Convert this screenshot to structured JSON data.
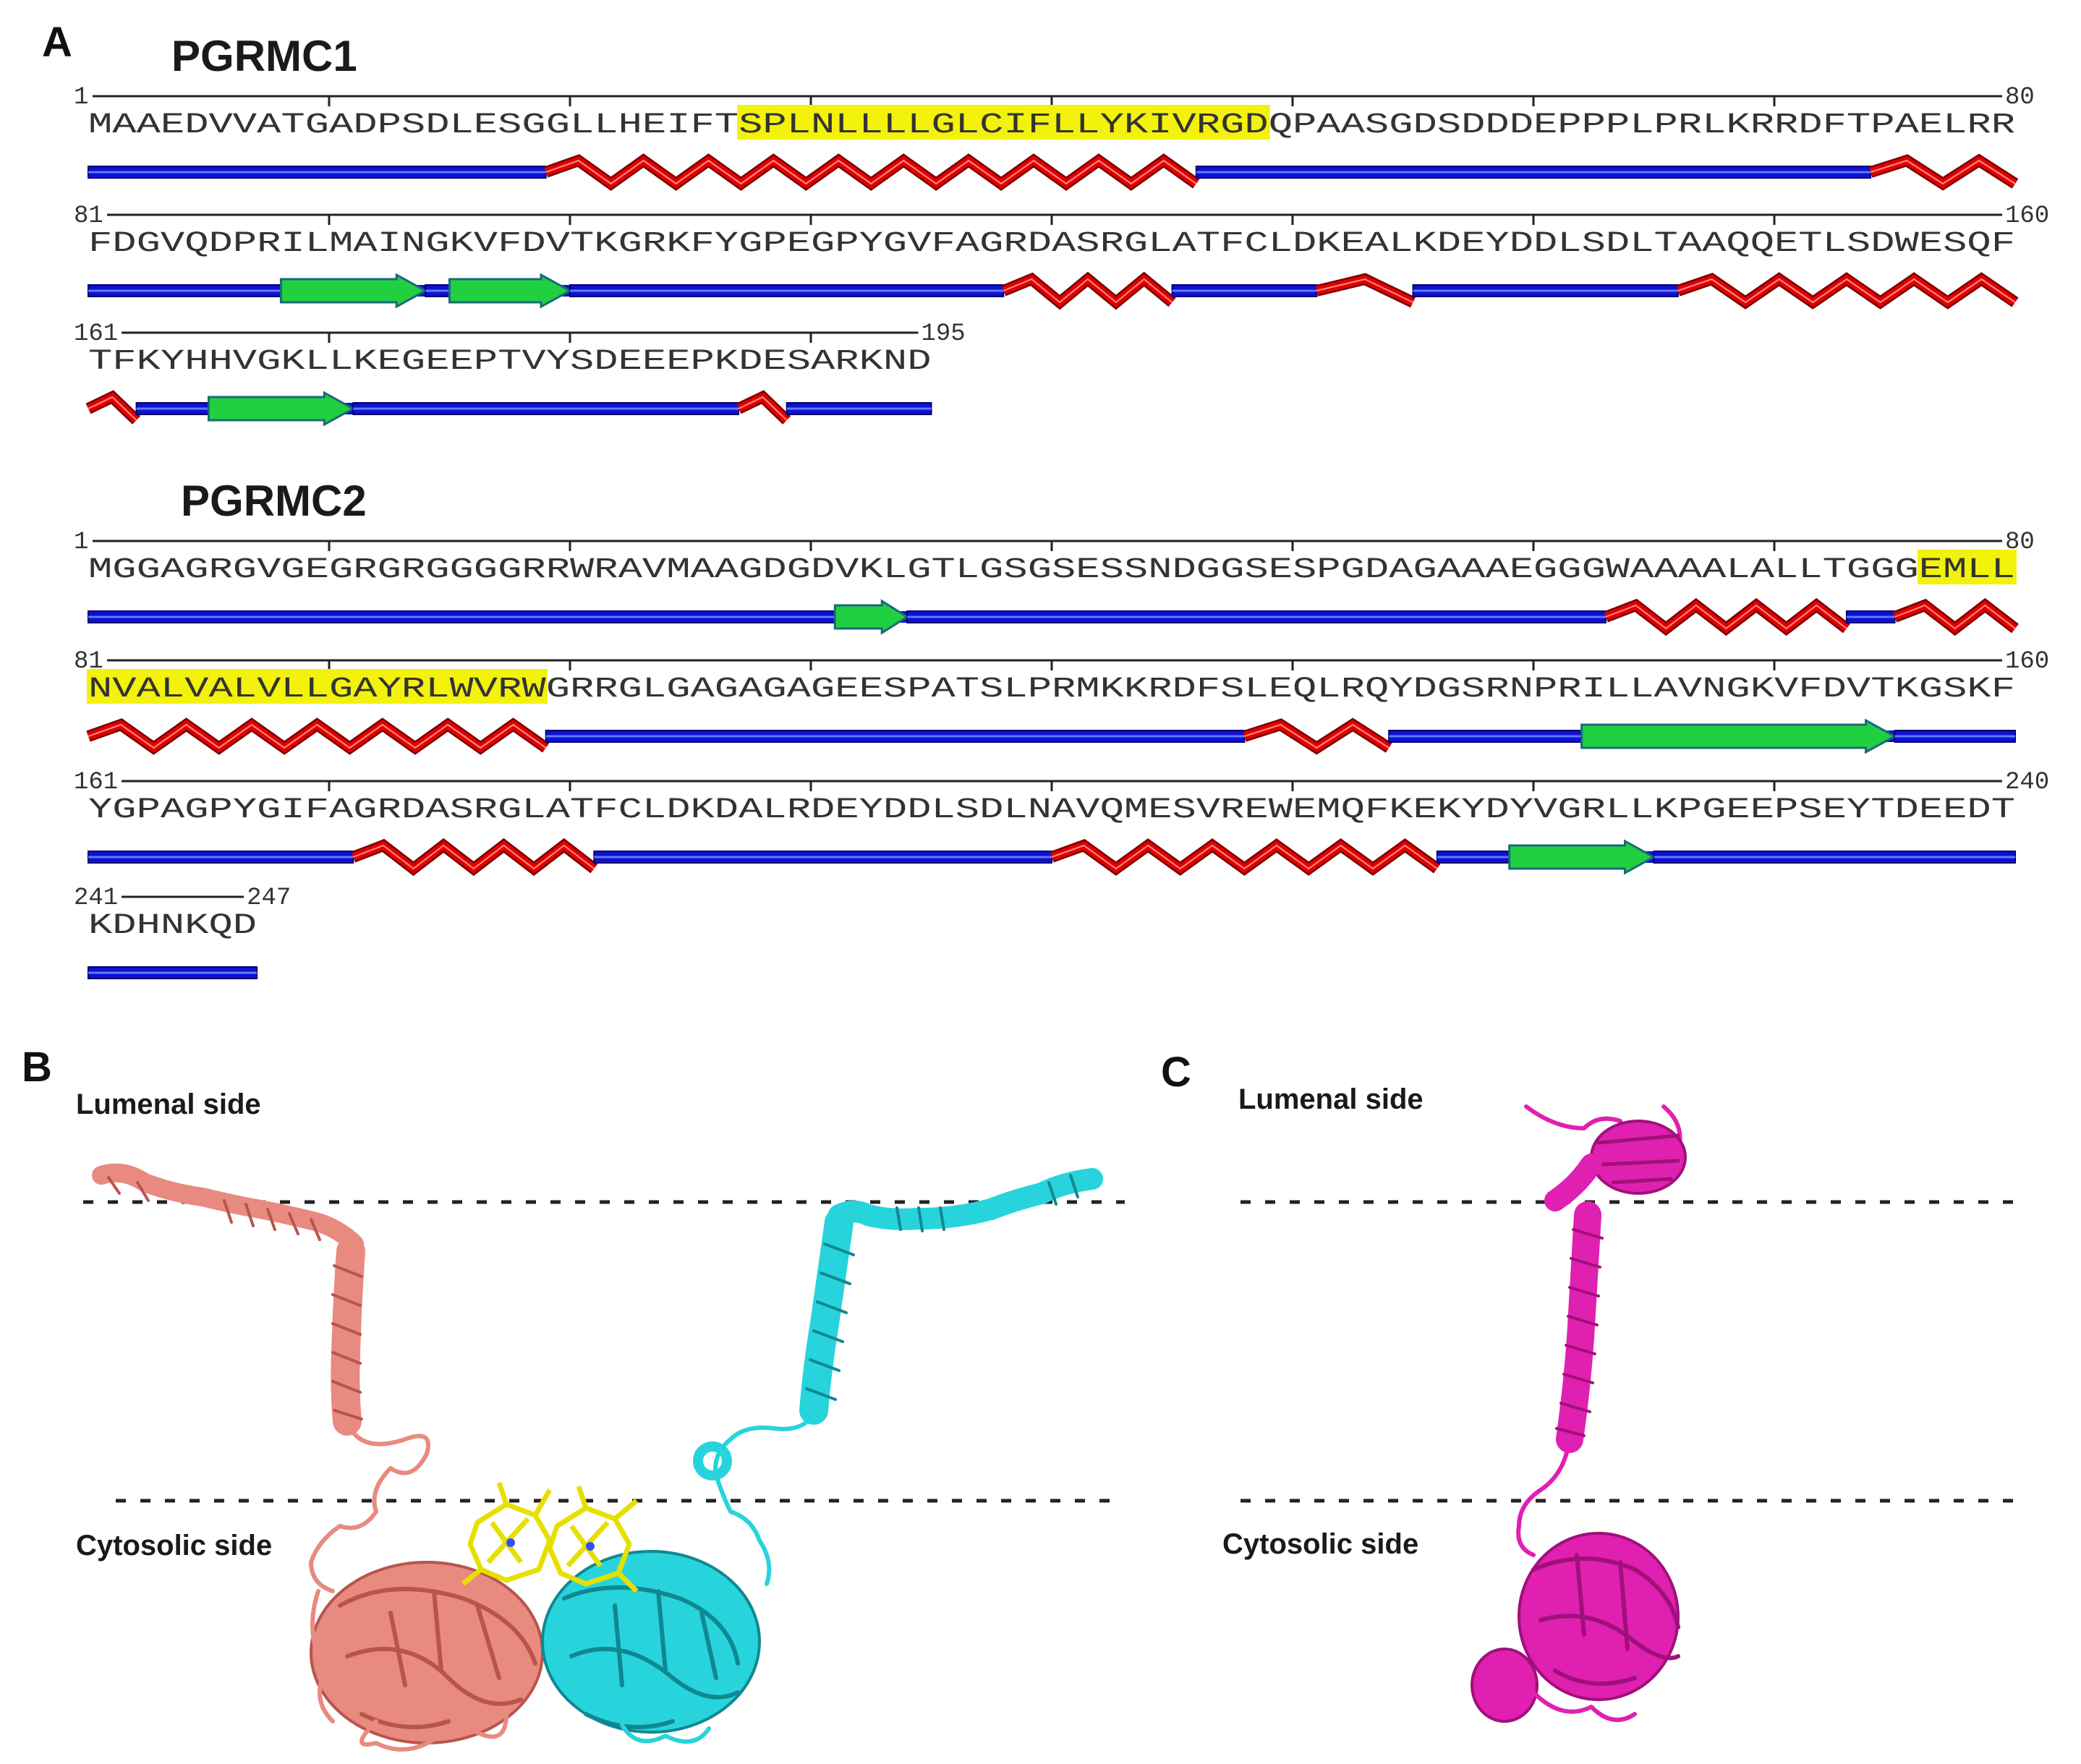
{
  "panel_a": {
    "label": "A",
    "proteins": [
      {
        "name": "PGRMC1",
        "rows": [
          {
            "start_label": "1",
            "end_label": "80",
            "sequence": "MAAEDVVATGADPSDLESGGLLHEIFTSPLNLLLLGLCIFLLYKIVRGDQPAASGDSDDDEPPPLPRLKRRDFTPAELRR",
            "highlight": [
              [
                27,
                49
              ]
            ],
            "ss": [
              [
                "coil",
                0,
                19
              ],
              [
                "helix",
                19,
                46
              ],
              [
                "coil",
                46,
                74
              ],
              [
                "helix",
                74,
                80
              ]
            ]
          },
          {
            "start_label": "81",
            "end_label": "160",
            "sequence": "FDGVQDPRILMAINGKVFDVTKGRKFYGPEGPYGVFAGRDASRGLATFCLDKEALKDEYDDLSDLTAAQQETLSDWESQF",
            "highlight": [],
            "ss": [
              [
                "coil",
                0,
                8
              ],
              [
                "strand",
                8,
                14
              ],
              [
                "coil",
                14,
                15
              ],
              [
                "strand",
                15,
                20
              ],
              [
                "coil",
                20,
                38
              ],
              [
                "helix",
                38,
                45
              ],
              [
                "coil",
                45,
                51
              ],
              [
                "helix",
                51,
                55
              ],
              [
                "coil",
                55,
                66
              ],
              [
                "helix",
                66,
                80
              ]
            ]
          },
          {
            "start_label": "161",
            "end_label": "195",
            "sequence": "TFKYHHVGKLLKEGEEPTVYSDEEEPKDESARKND",
            "highlight": [],
            "ss": [
              [
                "helix",
                0,
                2
              ],
              [
                "coil",
                2,
                5
              ],
              [
                "strand",
                5,
                11
              ],
              [
                "coil",
                11,
                27
              ],
              [
                "helix",
                27,
                29
              ],
              [
                "coil",
                29,
                35
              ]
            ]
          }
        ]
      },
      {
        "name": "PGRMC2",
        "rows": [
          {
            "start_label": "1",
            "end_label": "80",
            "sequence": "MGGAGRGVGEGRGRGGGGRRWRAVMAAGDGDVKLGTLGSGSESSNDGGSESPGDAGAAAEGGGWAAAALALLTGGGEMLL",
            "highlight": [
              [
                76,
                80
              ]
            ],
            "ss": [
              [
                "coil",
                0,
                31
              ],
              [
                "strand",
                31,
                34
              ],
              [
                "coil",
                34,
                63
              ],
              [
                "helix",
                63,
                73
              ],
              [
                "coil",
                73,
                75
              ],
              [
                "helix",
                75,
                80
              ]
            ]
          },
          {
            "start_label": "81",
            "end_label": "160",
            "sequence": "NVALVALVLLGAYRLWVRWGRRGLGAGAGAGEESPATSLPRMKKRDFSLEQLRQYDGSRNPRILLAVNGKVFDVTKGSKF",
            "highlight": [
              [
                0,
                19
              ]
            ],
            "ss": [
              [
                "helix",
                0,
                19
              ],
              [
                "coil",
                19,
                48
              ],
              [
                "helix",
                48,
                54
              ],
              [
                "coil",
                54,
                62
              ],
              [
                "strand",
                62,
                75
              ],
              [
                "coil",
                75,
                80
              ]
            ]
          },
          {
            "start_label": "161",
            "end_label": "240",
            "sequence": "YGPAGPYGIFAGRDASRGLATFCLDKDALRDEYDDLSDLNAVQMESVREWEMQFKEKYDYVGRLLKPGEEPSEYTDEEDT",
            "highlight": [],
            "ss": [
              [
                "coil",
                0,
                11
              ],
              [
                "helix",
                11,
                21
              ],
              [
                "coil",
                21,
                40
              ],
              [
                "helix",
                40,
                56
              ],
              [
                "coil",
                56,
                59
              ],
              [
                "strand",
                59,
                65
              ],
              [
                "coil",
                65,
                80
              ]
            ]
          },
          {
            "start_label": "241",
            "end_label": "247",
            "sequence": "KDHNKQD",
            "highlight": [],
            "ss": [
              [
                "coil",
                0,
                7
              ]
            ]
          }
        ]
      }
    ]
  },
  "panel_b": {
    "label": "B",
    "lumenal_label": "Lumenal side",
    "cytosolic_label": "Cytosolic side"
  },
  "panel_c": {
    "label": "C",
    "lumenal_label": "Lumenal side",
    "cytosolic_label": "Cytosolic side"
  },
  "colors": {
    "helix": "#e00000",
    "coil": "#1010d0",
    "strand": "#20d040",
    "highlight": "#f2f20a",
    "chain_1": "#e88a80",
    "chain_2": "#27d4dc",
    "heme": "#e6e000",
    "pgrmc2_model": "#e020b0"
  }
}
